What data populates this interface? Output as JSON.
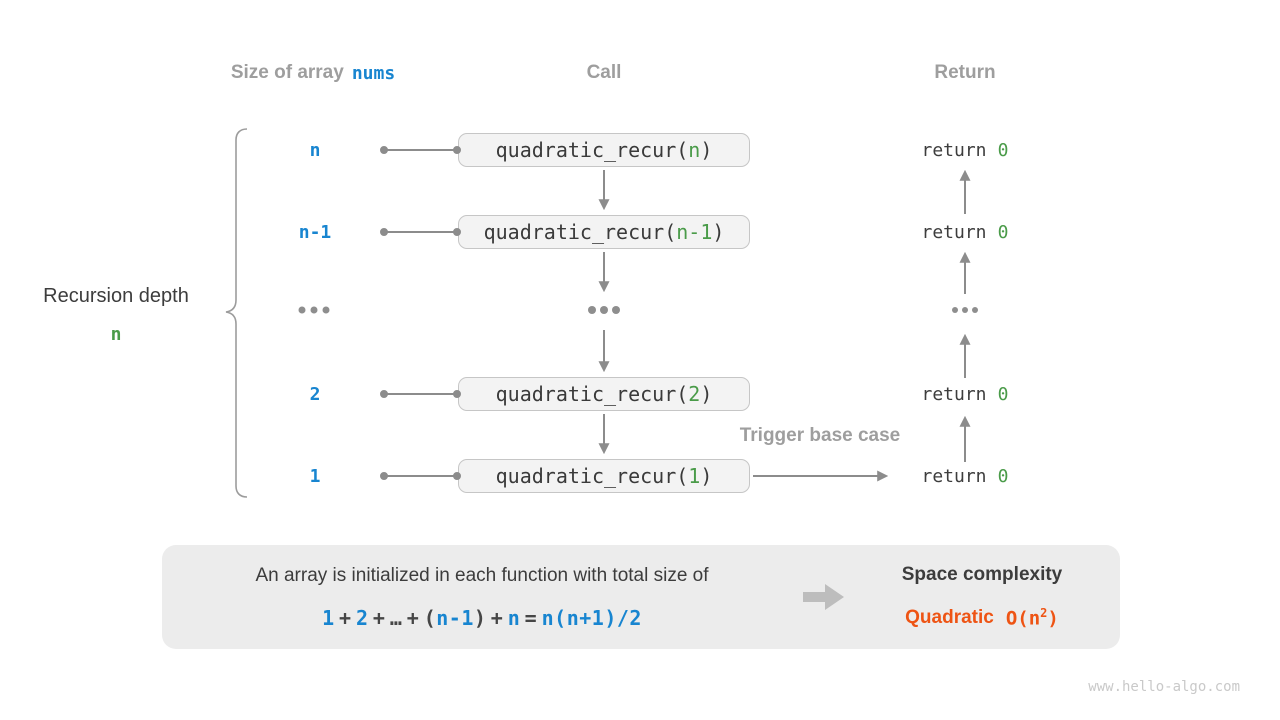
{
  "headers": {
    "size_label": "Size of array",
    "size_code": "nums",
    "call": "Call",
    "return": "Return"
  },
  "left": {
    "depth_label": "Recursion depth",
    "depth_value": "n"
  },
  "code": {
    "fn_prefix": "quadratic_recur(",
    "fn_suffix": ")",
    "return_kw": "return"
  },
  "rows": [
    {
      "size": "n",
      "arg": "n",
      "ret": "0"
    },
    {
      "size": "n-1",
      "arg": "n-1",
      "ret": "0"
    },
    {
      "ellipsis": "..."
    },
    {
      "size": "2",
      "arg": "2",
      "ret": "0"
    },
    {
      "size": "1",
      "arg": "1",
      "ret": "0"
    }
  ],
  "annotations": {
    "trigger": "Trigger base case"
  },
  "summary": {
    "line1": "An array is initialized in each function with total size of",
    "formula_segments": {
      "s1": "1",
      "s2": "+",
      "s3": "2",
      "s4": "+",
      "s5": "…",
      "s6": "+",
      "s7": "(",
      "s8": "n-1",
      "s9": ")",
      "s10": "+",
      "s11": "n",
      "s12": "=",
      "s13": "n(n+1)/2"
    },
    "space_title": "Space complexity",
    "complexity_word": "Quadratic",
    "complexity_bigo_open": "O(n",
    "complexity_exp": "2",
    "complexity_close": ")"
  },
  "watermark": "www.hello-algo.com",
  "colors": {
    "blue": "#1885d0",
    "green": "#4a9b49",
    "orange": "#ee5414",
    "gray_header": "#9e9e9e",
    "dark_text": "#3d3d3d",
    "arrow_gray": "#8c8c8c",
    "box_fill": "#f3f3f3",
    "box_border": "#c6c6c6",
    "panel_fill": "#ececec",
    "watermark_gray": "#c9c9c9"
  }
}
